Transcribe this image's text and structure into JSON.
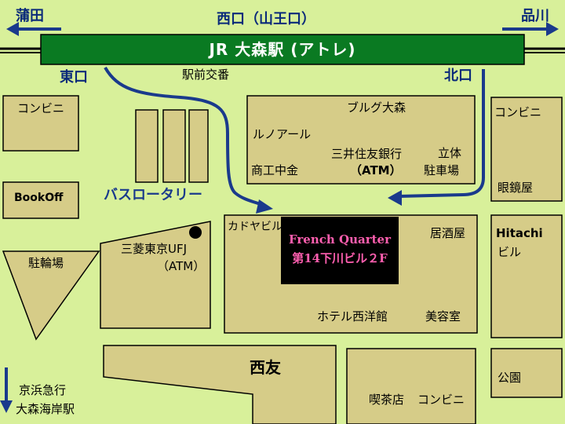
{
  "colors": {
    "background": "#d8f09a",
    "block": "#d6cc88",
    "station": "#0a7a22",
    "arrow": "#1a3a8c",
    "highlight_bg": "#000000",
    "highlight_text": "#ff5fb0"
  },
  "top": {
    "left_destination": "蒲田",
    "right_destination": "品川",
    "west_exit": "西口（山王口）",
    "station_name": "JR 大森駅 (アトレ)"
  },
  "exits": {
    "east": "東口",
    "north": "北口"
  },
  "labels": {
    "ekimae_koban": "駅前交番",
    "bus_rotary": "バスロータリー",
    "convenience_left": "コンビニ",
    "bookoff": "BookOff",
    "bicycle_parking": "駐輪場",
    "bank_mufg_1": "三菱東京UFJ",
    "bank_mufg_2": "（ATM）",
    "kadoya_bldg": "カドヤビル",
    "bourg": "ブルグ大森",
    "renoir": "ルノアール",
    "mitsui_1": "三井住友銀行",
    "mitsui_2": "（ATM）",
    "shoko_chukin": "商工中金",
    "parking_1": "立体",
    "parking_2": "駐車場",
    "convenience_right": "コンビニ",
    "optician": "眼鏡屋",
    "izakaya": "居酒屋",
    "hitachi_1": "Hitachi",
    "hitachi_2": "ビル",
    "hotel": "ホテル西洋館",
    "beauty_salon": "美容室",
    "seiyu": "西友",
    "park": "公園",
    "cafe": "喫茶店",
    "convenience_bottom": "コンビニ",
    "keikyu_1": "京浜急行",
    "keikyu_2": "大森海岸駅"
  },
  "highlight": {
    "line1": "French Quarter",
    "line2": "第14下川ビル２F"
  }
}
